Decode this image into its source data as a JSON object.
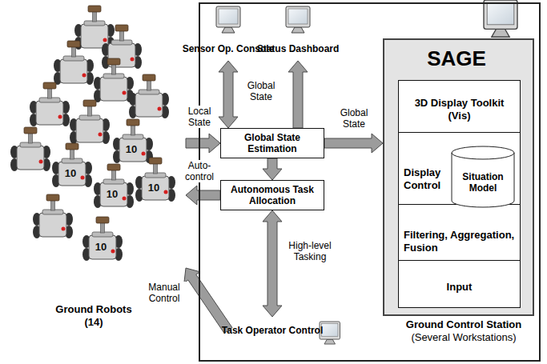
{
  "diagram": {
    "nodes": [
      {
        "text": [
          "Ground Robots (14)"
        ]
      },
      {
        "text": [
          "Ground Control Station",
          "(Several Workstations)"
        ]
      },
      {
        "text": [
          "Sensor Op. Console"
        ],
        "in": 1
      },
      {
        "text": [
          "Status Dashboard"
        ],
        "in": 1
      },
      {
        "text": [
          "Global State Estimation"
        ],
        "in": 1
      },
      {
        "text": [
          "Autonomous Task Allocation"
        ],
        "in": 1
      },
      {
        "text": [
          "Task Operator Control"
        ],
        "in": 1
      },
      {
        "text": [
          "SAGE"
        ],
        "in": 1
      },
      {
        "text": [
          "3D Display Toolkit (Vis)"
        ],
        "in": 7
      },
      {
        "text": [
          "Display Control"
        ],
        "in": 7
      },
      {
        "text": [
          "Situation Model"
        ],
        "in": 7
      },
      {
        "text": [
          "Filtering, Aggregation, Fusion"
        ],
        "in": 7
      },
      {
        "text": [
          "Input"
        ],
        "in": 7
      }
    ],
    "edges": [
      {
        "from": 0,
        "to": 4,
        "arrow": "to",
        "label": "Local State"
      },
      {
        "from": 5,
        "to": 0,
        "arrow": "to",
        "label": "Auto-control"
      },
      {
        "from": 6,
        "to": 0,
        "arrow": "to",
        "label": "Manual Control"
      },
      {
        "from": 4,
        "to": 2,
        "arrow": "both",
        "label": "Global State"
      },
      {
        "from": 4,
        "to": 3,
        "arrow": "to"
      },
      {
        "from": 4,
        "to": 7,
        "arrow": "to",
        "label": "Global State"
      },
      {
        "from": 4,
        "to": 5,
        "arrow": "to"
      },
      {
        "from": 5,
        "to": 6,
        "arrow": "both",
        "label": "High-level Tasking"
      }
    ],
    "labels": [
      "10",
      "10",
      "10",
      "10",
      "10"
    ]
  }
}
